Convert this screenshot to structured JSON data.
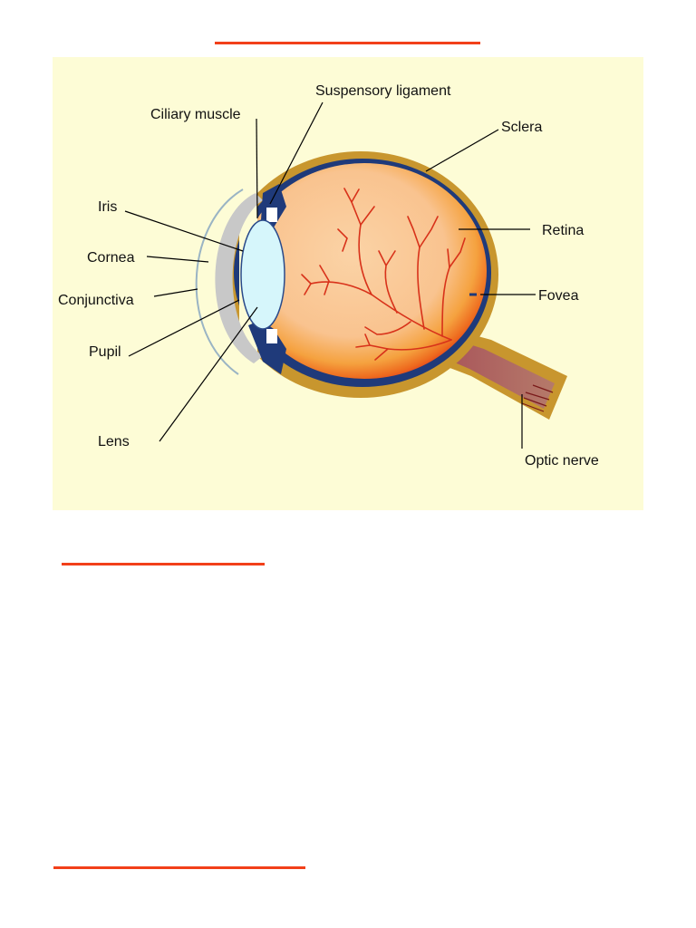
{
  "diagram": {
    "labels": {
      "suspensory_ligament": "Suspensory ligament",
      "ciliary_muscle": "Ciliary muscle",
      "sclera": "Sclera",
      "iris": "Iris",
      "retina": "Retina",
      "cornea": "Cornea",
      "conjunctiva": "Conjunctiva",
      "fovea": "Fovea",
      "pupil": "Pupil",
      "lens": "Lens",
      "optic_nerve": "Optic nerve"
    },
    "colors": {
      "panel_background": "#fdfcd6",
      "rule": "#f2401a",
      "sclera": "#c8962e",
      "choroid": "#1f3a7a",
      "retina_outer": "#e8461a",
      "vitreous": "#fbcf9a",
      "blood_vessels": "#d8321a",
      "cornea": "#c8c8c8",
      "lens": "#d6f6fb"
    }
  }
}
